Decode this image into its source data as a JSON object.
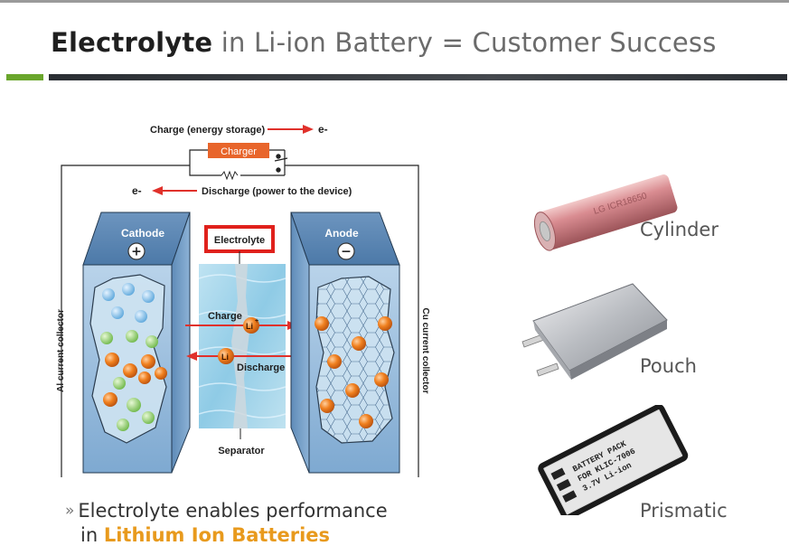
{
  "slide": {
    "title_bold": "Electrolyte",
    "title_rest": " in Li-ion Battery = Customer Success"
  },
  "diagram": {
    "charge_caption": "Charge (energy storage)",
    "charger_label": "Charger",
    "discharge_caption": "Discharge (power to the device)",
    "electron_label": "e-",
    "cathode_label": "Cathode",
    "anode_label": "Anode",
    "cathode_sign": "+",
    "anode_sign": "−",
    "electrolyte_label": "Electrolyte",
    "charge_label": "Charge",
    "discharge_label": "Discharge",
    "ion_label": "Li",
    "ion_charge_sup": "+",
    "separator_label": "Separator",
    "al_collector": "Al current collector",
    "cu_collector": "Cu current collector",
    "colors": {
      "arrow_red": "#e0312b",
      "charger_orange": "#e8652b",
      "electrode_blue": "#8fb6d8",
      "ion_orange": "#f07d1f"
    }
  },
  "bullets": {
    "line1": "Electrolyte enables performance",
    "line2_prefix": "in ",
    "line2_highlight": "Lithium Ion Batteries",
    "highlight_color": "#e89a1d"
  },
  "cell_types": [
    {
      "label": "Cylinder",
      "image": "cylinder-cell-image"
    },
    {
      "label": "Pouch",
      "image": "pouch-cell-image"
    },
    {
      "label": "Prismatic",
      "image": "prismatic-cell-image"
    }
  ],
  "prismatic_pack_text": {
    "line1": "BATTERY PACK",
    "line2": "FOR KLIC-7006",
    "line3": "3.7V  Li-ion"
  },
  "cylinder_print": "LG ICR18650"
}
